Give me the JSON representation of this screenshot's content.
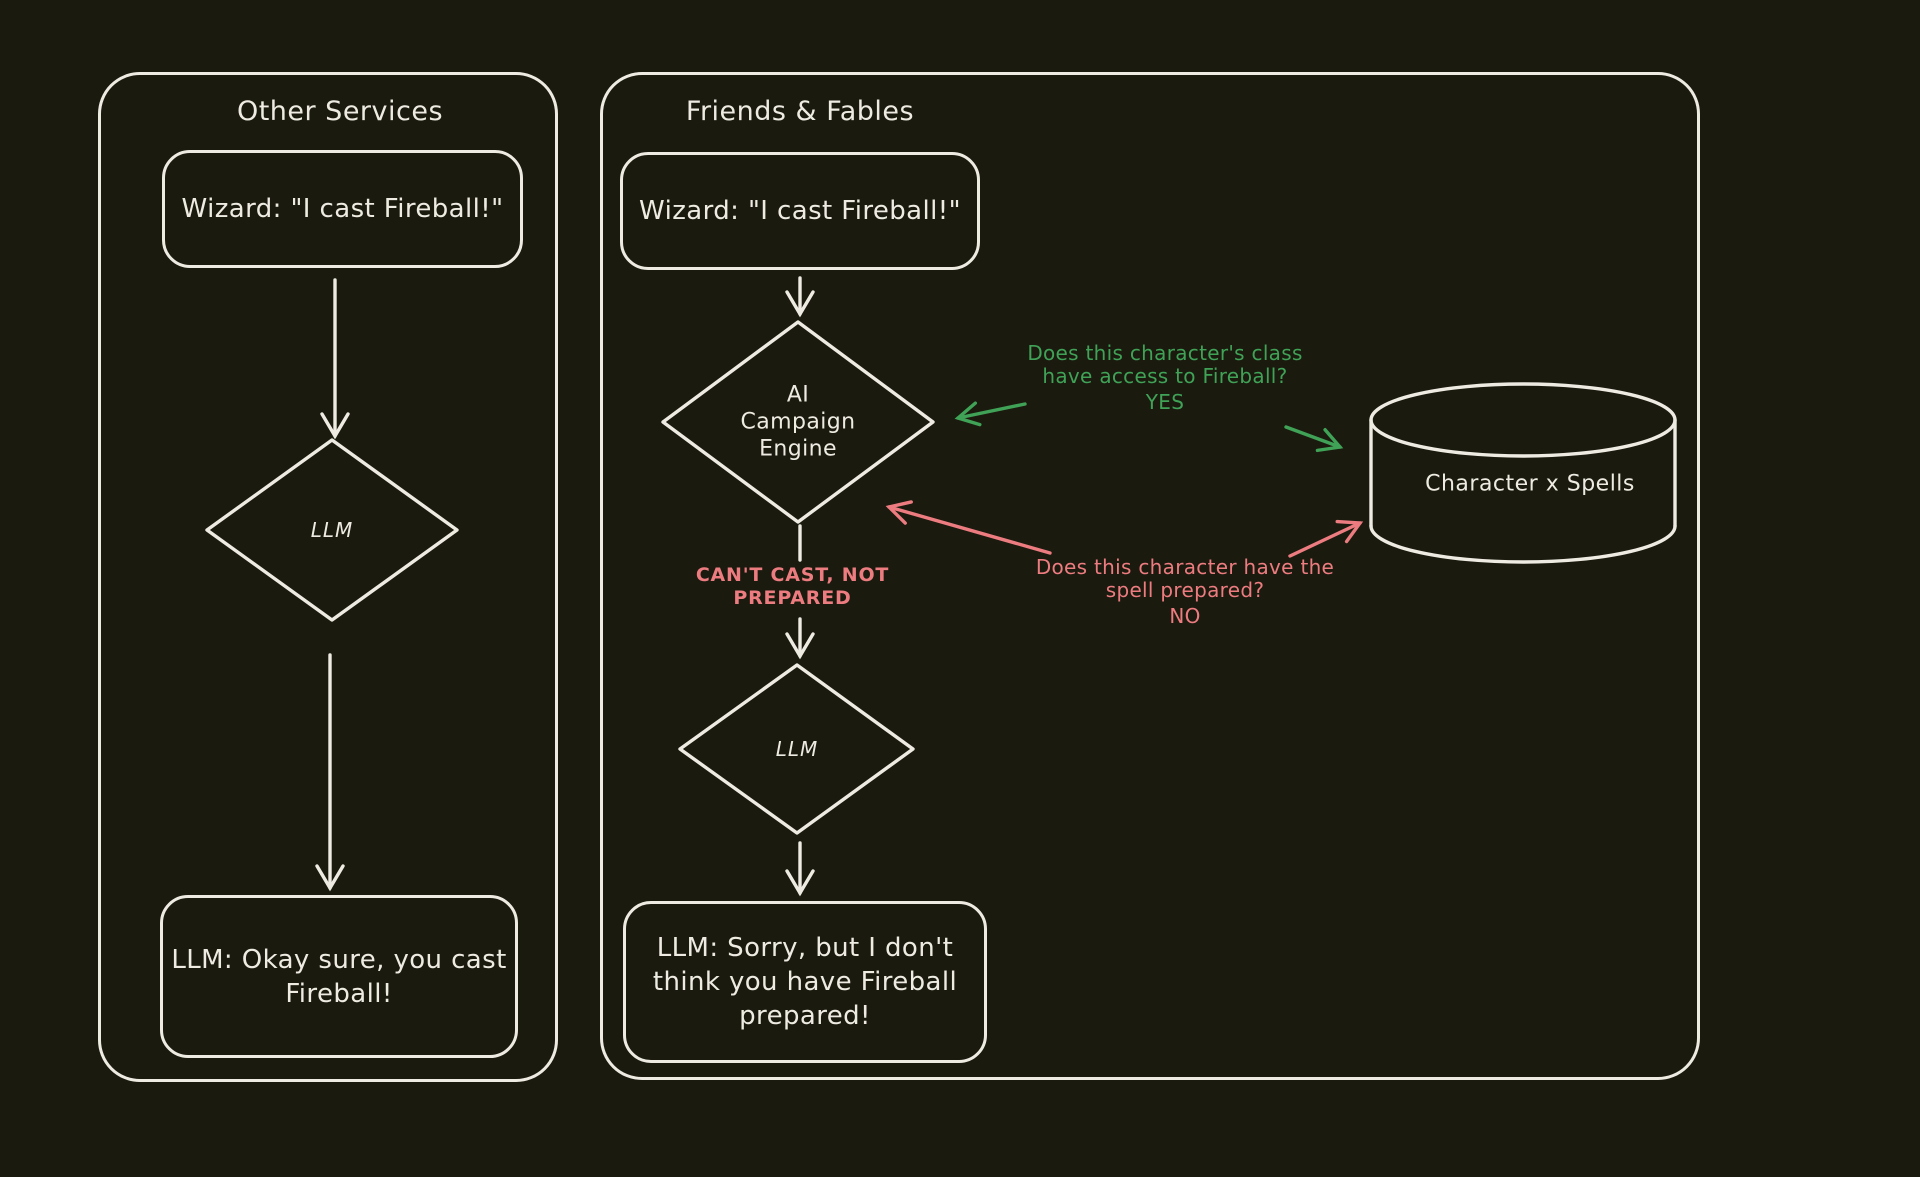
{
  "colors": {
    "background": "#1b1a0e",
    "stroke": "#edebe2",
    "green": "#3fa257",
    "red": "#ec7c80"
  },
  "left_panel": {
    "title": "Other Services",
    "wizard_box": "Wizard: \"I cast Fireball!\"",
    "llm_diamond": "LLM",
    "result_box": {
      "line1": "LLM: Okay sure, you cast",
      "line2": "Fireball!"
    }
  },
  "right_panel": {
    "title": "Friends & Fables",
    "wizard_box": "Wizard: \"I cast Fireball!\"",
    "engine_diamond": {
      "line1": "AI",
      "line2": "Campaign",
      "line3": "Engine"
    },
    "class_note": {
      "line1": "Does this character's class",
      "line2": "have access to Fireball?",
      "answer": "YES"
    },
    "prepared_note": {
      "line1": "Does this character have the",
      "line2": "spell prepared?",
      "answer": "NO"
    },
    "cant_cast_label": {
      "line1": "CAN'T CAST, NOT",
      "line2": "PREPARED"
    },
    "llm_diamond": "LLM",
    "database": "Character x Spells",
    "result_box": {
      "line1": "LLM: Sorry, but I don't",
      "line2": "think you have Fireball",
      "line3": "prepared!"
    }
  }
}
